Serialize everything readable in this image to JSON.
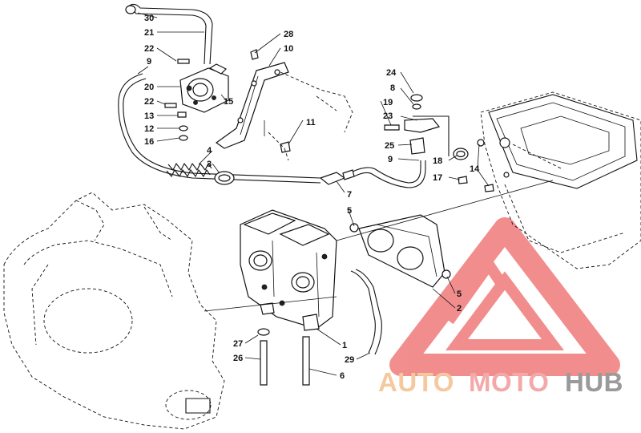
{
  "callouts": [
    {
      "id": "c30",
      "text": "30"
    },
    {
      "id": "c21",
      "text": "21"
    },
    {
      "id": "c22a",
      "text": "22"
    },
    {
      "id": "c9a",
      "text": "9"
    },
    {
      "id": "c20",
      "text": "20"
    },
    {
      "id": "c22b",
      "text": "22"
    },
    {
      "id": "c13",
      "text": "13"
    },
    {
      "id": "c12",
      "text": "12"
    },
    {
      "id": "c16",
      "text": "16"
    },
    {
      "id": "c15",
      "text": "15"
    },
    {
      "id": "c28",
      "text": "28"
    },
    {
      "id": "c10",
      "text": "10"
    },
    {
      "id": "c11",
      "text": "11"
    },
    {
      "id": "c4",
      "text": "4"
    },
    {
      "id": "c3",
      "text": "3"
    },
    {
      "id": "c24",
      "text": "24"
    },
    {
      "id": "c8",
      "text": "8"
    },
    {
      "id": "c19",
      "text": "19"
    },
    {
      "id": "c23",
      "text": "23"
    },
    {
      "id": "c25",
      "text": "25"
    },
    {
      "id": "c9b",
      "text": "9"
    },
    {
      "id": "c18",
      "text": "18"
    },
    {
      "id": "c17",
      "text": "17"
    },
    {
      "id": "c14",
      "text": "14"
    },
    {
      "id": "c7",
      "text": "7"
    },
    {
      "id": "c5a",
      "text": "5"
    },
    {
      "id": "c5b",
      "text": "5"
    },
    {
      "id": "c2",
      "text": "2"
    },
    {
      "id": "c1",
      "text": "1"
    },
    {
      "id": "c27",
      "text": "27"
    },
    {
      "id": "c26",
      "text": "26"
    },
    {
      "id": "c29",
      "text": "29"
    },
    {
      "id": "c6",
      "text": "6"
    }
  ],
  "watermark": {
    "part1": "AUTO",
    "part2": "MOTO",
    "part3": "HUB",
    "color_part1": "#f5c9a0",
    "color_part2": "#f4a8a8",
    "color_part3": "#9a9a9a",
    "triangle_color": "#f07a7a"
  }
}
